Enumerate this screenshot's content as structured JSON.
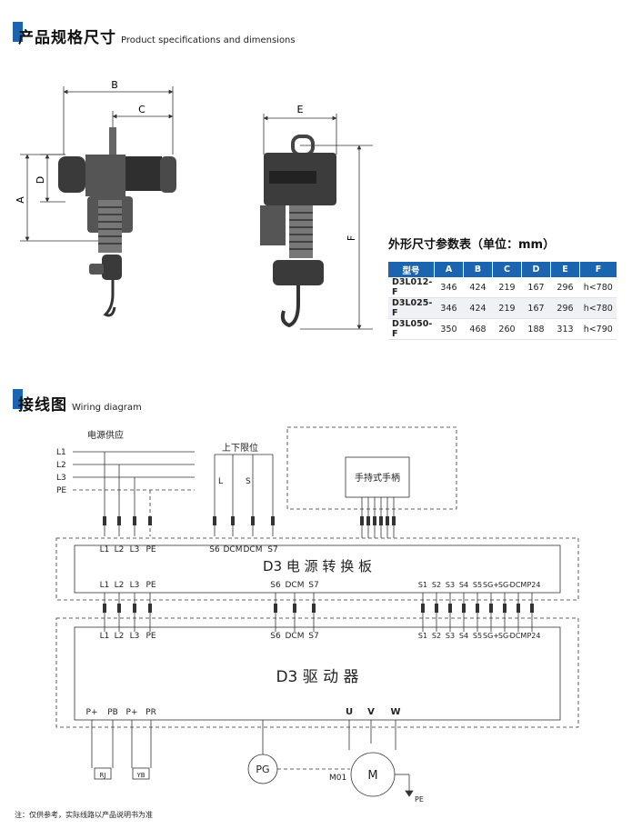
{
  "sections": {
    "specs": {
      "title_cn": "产品规格尺寸",
      "title_en": "Product specifications and dimensions"
    },
    "wiring": {
      "title_cn": "接线图",
      "title_en": "Wiring diagram"
    }
  },
  "drawing_labels": {
    "A": "A",
    "B": "B",
    "C": "C",
    "D": "D",
    "E": "E",
    "F": "F"
  },
  "dims_table": {
    "title": "外形尺寸参数表（单位：mm）",
    "headers": [
      "型号",
      "A",
      "B",
      "C",
      "D",
      "E",
      "F"
    ],
    "rows": [
      [
        "D3L012-F",
        "346",
        "424",
        "219",
        "167",
        "296",
        "h<780"
      ],
      [
        "D3L025-F",
        "346",
        "424",
        "219",
        "167",
        "296",
        "h<780"
      ],
      [
        "D3L050-F",
        "350",
        "468",
        "260",
        "188",
        "313",
        "h<790"
      ]
    ]
  },
  "wiring": {
    "power_supply": "电源供应",
    "supply_lines": [
      "L1",
      "L2",
      "L3",
      "PE"
    ],
    "limit_switch": "上下限位",
    "limit_labels": [
      "L",
      "S"
    ],
    "handheld": "手持式手柄",
    "power_board": "D3 电 源 转 换 板",
    "board_top": [
      "L1",
      "L2",
      "L3",
      "PE",
      "S6",
      "DCM",
      "DCM",
      "S7"
    ],
    "board_mid_left": [
      "L1",
      "L2",
      "L3",
      "PE",
      "S6",
      "DCM",
      "S7"
    ],
    "board_mid_right": [
      "S1",
      "S2",
      "S3",
      "S4",
      "S5",
      "SG+",
      "SG-",
      "DCM",
      "P24"
    ],
    "driver": "D3 驱 动 器",
    "driver_top_left": [
      "L1",
      "L2",
      "L3",
      "PE",
      "S6",
      "DCM",
      "S7"
    ],
    "driver_top_right": [
      "S1",
      "S2",
      "S3",
      "S4",
      "S5",
      "SG+",
      "SG-",
      "DCM",
      "P24"
    ],
    "driver_bottom": [
      "P+",
      "PB",
      "P+",
      "PR"
    ],
    "motor_phases": [
      "U",
      "V",
      "W"
    ],
    "rj": "RJ",
    "yb": "YB",
    "pg": "PG",
    "motor": "M",
    "motor_id": "M01",
    "pe": "PE"
  },
  "note": "注：仅供参考，实际线路以产品说明书为准"
}
